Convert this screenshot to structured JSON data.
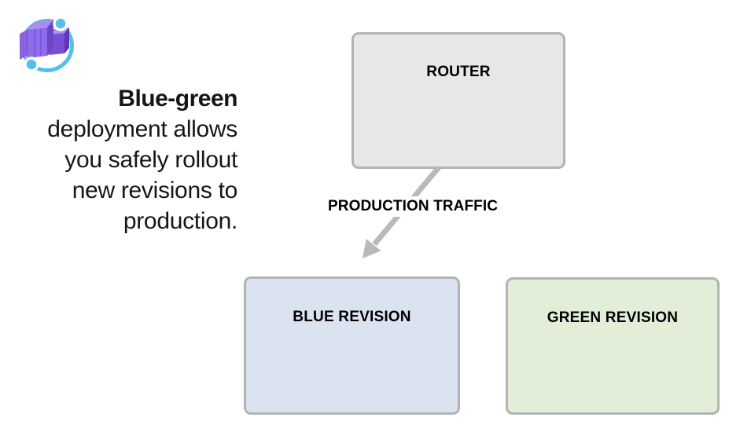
{
  "app": {
    "background": "#ffffff"
  },
  "logo": {
    "icon": "azure-container-apps-logo",
    "ring_color": "#53c0e8",
    "cube_color": "#8b68e6"
  },
  "tagline": {
    "line1_bold": "Blue-green",
    "line2": "deployment allows",
    "line3": "you safely rollout",
    "line4": "new revisions to",
    "line5": "production."
  },
  "diagram": {
    "router": {
      "label": "ROUTER",
      "fill": "#e7e7e7",
      "border": "#b3b3b3"
    },
    "traffic": {
      "label": "PRODUCTION TRAFFIC",
      "arrow_color": "#bababa"
    },
    "blue_revision": {
      "label": "BLUE REVISION",
      "fill": "#dbe3f1",
      "border": "#b3b3b3"
    },
    "green_revision": {
      "label": "GREEN REVISION",
      "fill": "#e3eed8",
      "border": "#b3b3b3"
    }
  }
}
